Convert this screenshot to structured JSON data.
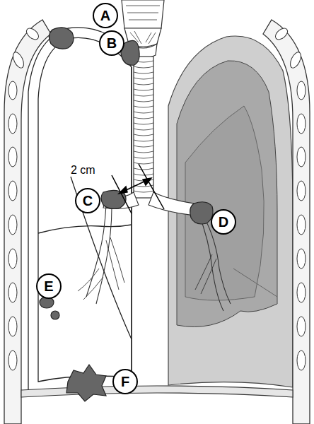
{
  "diagram": {
    "nodes": [
      {
        "text": [
          "A"
        ]
      },
      {
        "text": [
          "B"
        ]
      },
      {
        "text": [
          "C"
        ]
      },
      {
        "text": [
          "D"
        ]
      },
      {
        "text": [
          "E"
        ]
      },
      {
        "text": [
          "F"
        ]
      }
    ],
    "labels": [
      "2 cm"
    ]
  }
}
